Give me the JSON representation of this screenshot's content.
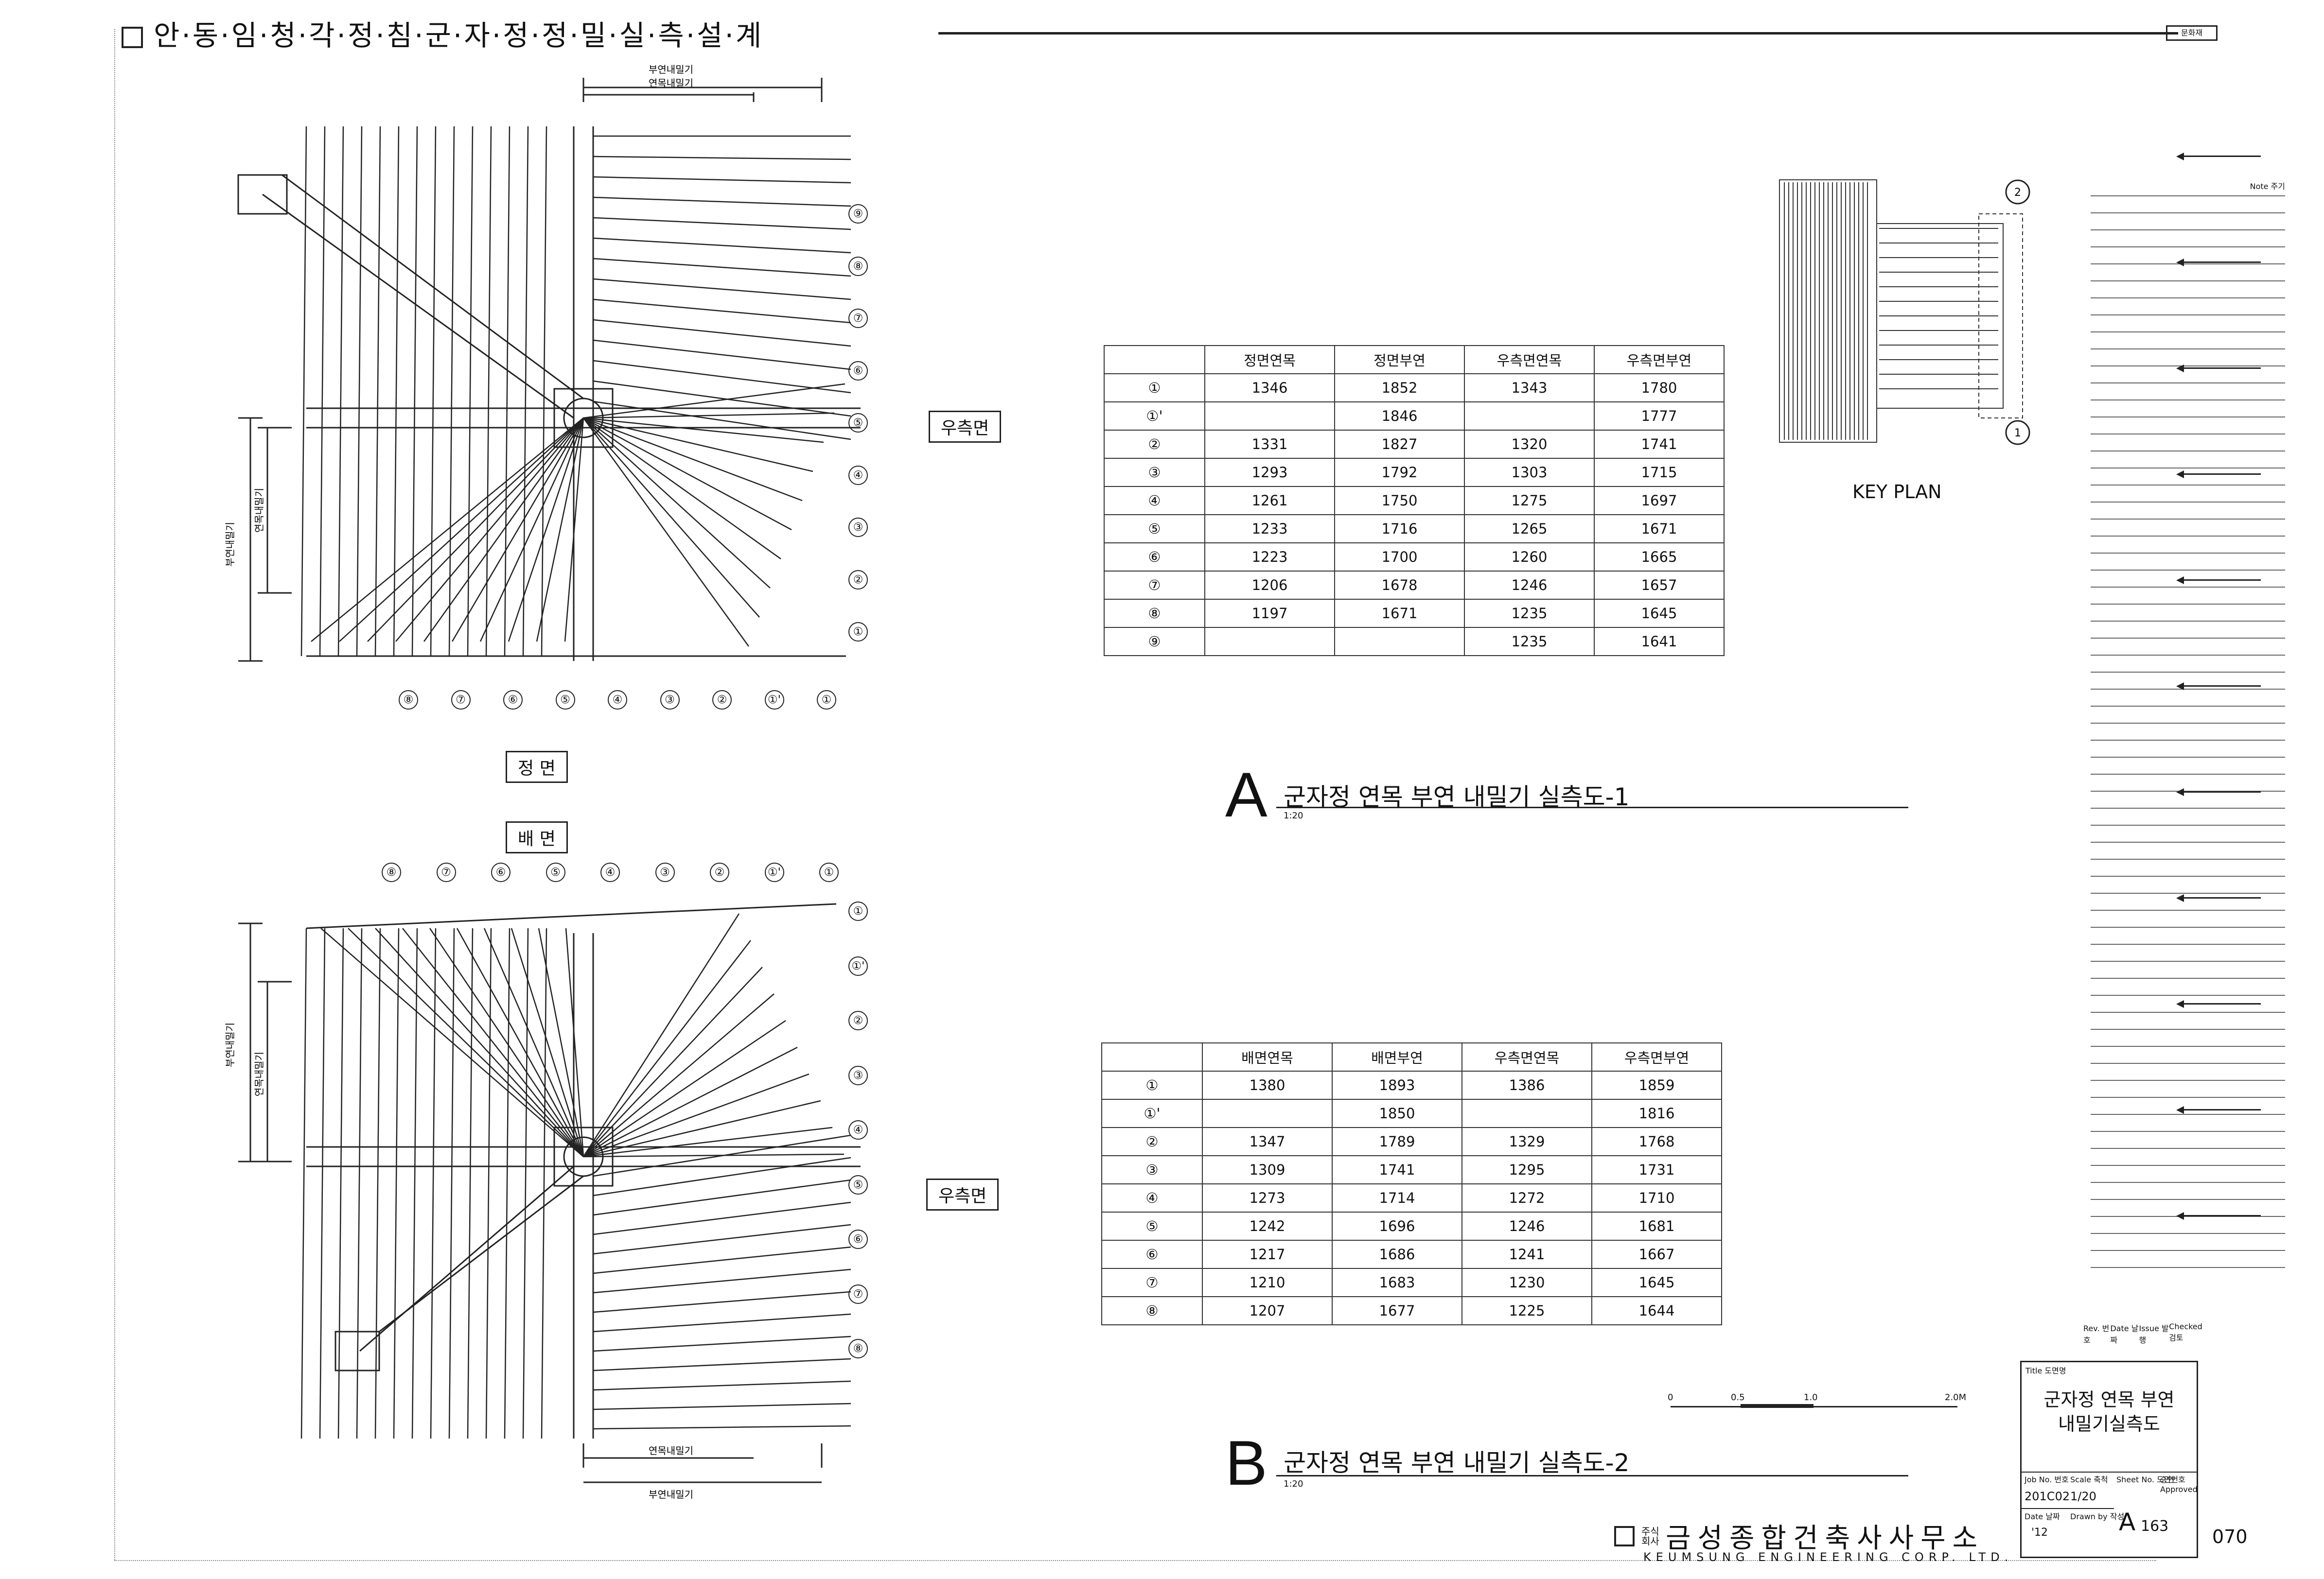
{
  "header": {
    "title": "안·동·임·청·각·정·침·군·자·정·정·밀·실·측·설·계",
    "tag": "문화재"
  },
  "plan_a": {
    "view_labels": {
      "right": "우측면",
      "front": "정 면"
    },
    "dim_outer": "부연내밀기",
    "dim_inner": "연목내밀기",
    "row_numbers": [
      "⑨",
      "⑧",
      "⑦",
      "⑥",
      "⑤",
      "④",
      "③",
      "②",
      "①"
    ],
    "bottom_numbers": [
      "⑧",
      "⑦",
      "⑥",
      "⑤",
      "④",
      "③",
      "②",
      "①'",
      "①"
    ]
  },
  "plan_b": {
    "view_labels": {
      "back": "배 면",
      "right": "우측면"
    },
    "dim_outer": "부연내밀기",
    "dim_inner": "연목내밀기",
    "top_numbers": [
      "⑧",
      "⑦",
      "⑥",
      "⑤",
      "④",
      "③",
      "②",
      "①'",
      "①"
    ],
    "row_numbers": [
      "①",
      "①'",
      "②",
      "③",
      "④",
      "⑤",
      "⑥",
      "⑦",
      "⑧"
    ]
  },
  "table_a": {
    "headers": [
      "",
      "정면연목",
      "정면부연",
      "우측면연목",
      "우측면부연"
    ],
    "rows": [
      {
        "no": "①",
        "a": "1346",
        "b": "1852",
        "c": "1343",
        "d": "1780"
      },
      {
        "no": "①'",
        "a": "",
        "b": "1846",
        "c": "",
        "d": "1777"
      },
      {
        "no": "②",
        "a": "1331",
        "b": "1827",
        "c": "1320",
        "d": "1741"
      },
      {
        "no": "③",
        "a": "1293",
        "b": "1792",
        "c": "1303",
        "d": "1715"
      },
      {
        "no": "④",
        "a": "1261",
        "b": "1750",
        "c": "1275",
        "d": "1697"
      },
      {
        "no": "⑤",
        "a": "1233",
        "b": "1716",
        "c": "1265",
        "d": "1671"
      },
      {
        "no": "⑥",
        "a": "1223",
        "b": "1700",
        "c": "1260",
        "d": "1665"
      },
      {
        "no": "⑦",
        "a": "1206",
        "b": "1678",
        "c": "1246",
        "d": "1657"
      },
      {
        "no": "⑧",
        "a": "1197",
        "b": "1671",
        "c": "1235",
        "d": "1645"
      },
      {
        "no": "⑨",
        "a": "",
        "b": "",
        "c": "1235",
        "d": "1641"
      }
    ]
  },
  "table_b": {
    "headers": [
      "",
      "배면연목",
      "배면부연",
      "우측면연목",
      "우측면부연"
    ],
    "rows": [
      {
        "no": "①",
        "a": "1380",
        "b": "1893",
        "c": "1386",
        "d": "1859"
      },
      {
        "no": "①'",
        "a": "",
        "b": "1850",
        "c": "",
        "d": "1816"
      },
      {
        "no": "②",
        "a": "1347",
        "b": "1789",
        "c": "1329",
        "d": "1768"
      },
      {
        "no": "③",
        "a": "1309",
        "b": "1741",
        "c": "1295",
        "d": "1731"
      },
      {
        "no": "④",
        "a": "1273",
        "b": "1714",
        "c": "1272",
        "d": "1710"
      },
      {
        "no": "⑤",
        "a": "1242",
        "b": "1696",
        "c": "1246",
        "d": "1681"
      },
      {
        "no": "⑥",
        "a": "1217",
        "b": "1686",
        "c": "1241",
        "d": "1667"
      },
      {
        "no": "⑦",
        "a": "1210",
        "b": "1683",
        "c": "1230",
        "d": "1645"
      },
      {
        "no": "⑧",
        "a": "1207",
        "b": "1677",
        "c": "1225",
        "d": "1644"
      }
    ]
  },
  "title_a": {
    "letter": "A",
    "text": "군자정 연목 부연 내밀기 실측도-1",
    "scale": "1:20"
  },
  "title_b": {
    "letter": "B",
    "text": "군자정 연목 부연 내밀기 실측도-2",
    "scale": "1:20"
  },
  "key_plan": {
    "label": "KEY PLAN",
    "marker_top": "2",
    "marker_bottom": "1"
  },
  "scale_bar": {
    "t0": "0",
    "t1": "0.5",
    "t2": "1.0",
    "t3": "2.0M"
  },
  "notes": {
    "label": "Note 주기",
    "footer": [
      "Rev. 번호",
      "Date 날짜",
      "Issue 발행",
      "Checked 검토"
    ]
  },
  "title_block": {
    "small_title": "Title 도면명",
    "title_line1": "군자정 연목 부연",
    "title_line2": "내밀기실측도",
    "job_no_label": "Job No. 번호",
    "scale_label": "Scale 축척",
    "sheet_label": "Sheet No. 도면번호",
    "approved_label": "승인 Approved",
    "job_no": "201C02",
    "scale": "1/20",
    "date_label": "Date 날짜",
    "drawn_label": "Drawn by 작성",
    "date_val": "'12",
    "sheet_no": "A",
    "sheet_num": "163"
  },
  "firm": {
    "logo_small": "주식회사",
    "name_kr": "금성종합건축사사무소",
    "name_en": "KEUMSUNG ENGINEERING CORP. LTD."
  },
  "page_number": "070"
}
